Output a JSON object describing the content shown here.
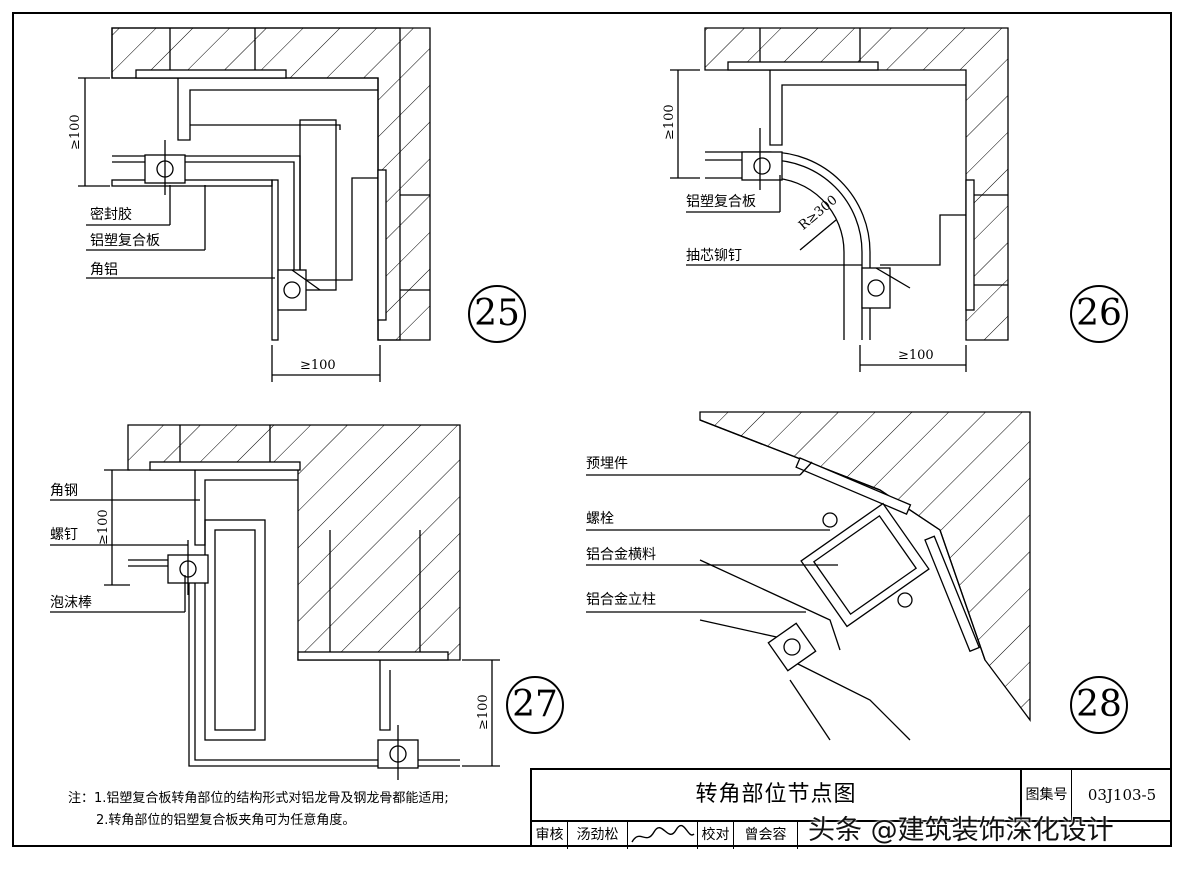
{
  "details": {
    "d25": {
      "number": "25",
      "labels": {
        "sealant": "密封胶",
        "acp": "铝塑复合板",
        "angle_aluminum": "角铝"
      },
      "dims": {
        "vertical": "≥100",
        "horizontal": "≥100"
      }
    },
    "d26": {
      "number": "26",
      "labels": {
        "acp": "铝塑复合板",
        "blind_rivet": "抽芯铆钉",
        "radius": "R≥300"
      },
      "dims": {
        "vertical": "≥100",
        "horizontal": "≥100"
      }
    },
    "d27": {
      "number": "27",
      "labels": {
        "angle_steel": "角钢",
        "screw": "螺钉",
        "foam_rod": "泡沫棒"
      },
      "dims": {
        "vertical_left": "≥100",
        "vertical_right": "≥100"
      }
    },
    "d28": {
      "number": "28",
      "labels": {
        "embedded_part": "预埋件",
        "bolt": "螺栓",
        "transom": "铝合金横料",
        "mullion": "铝合金立柱"
      }
    }
  },
  "notes": {
    "prefix": "注：",
    "items": [
      "1.铝塑复合板转角部位的结构形式对铝龙骨及钢龙骨都能适用;",
      "2.转角部位的铝塑复合板夹角可为任意角度。"
    ]
  },
  "title_block": {
    "title": "转角部位节点图",
    "atlas_label": "图集号",
    "atlas_number": "03J103-5",
    "review_label": "审核",
    "reviewer": "汤劲松",
    "check_label": "校对",
    "checker": "曾会容"
  },
  "watermark": "头条 @建筑装饰深化设计"
}
